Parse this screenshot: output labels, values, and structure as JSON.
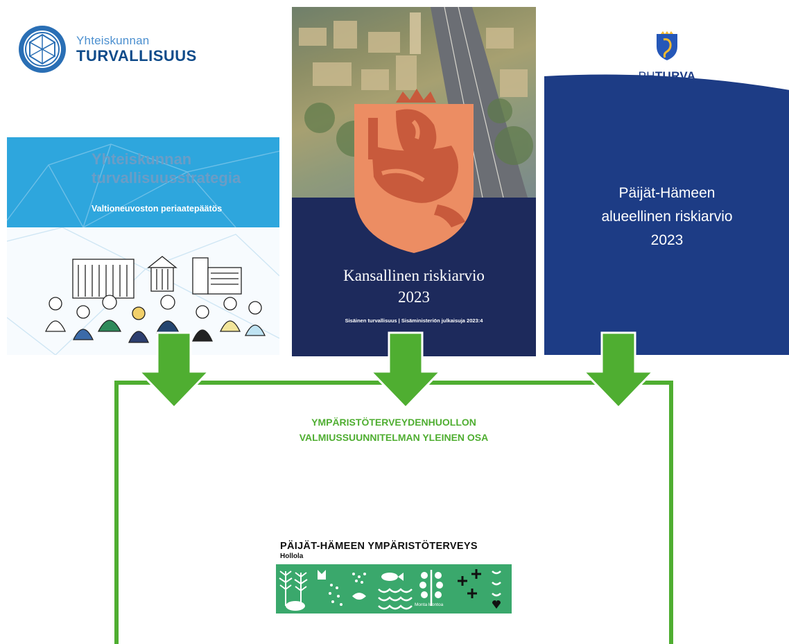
{
  "documents": {
    "strategy": {
      "logo_line1": "Yhteiskunnan",
      "logo_line2": "TURVALLISUUS",
      "title_line1": "Yhteiskunnan",
      "title_line2": "turvallisuusstrategia",
      "subtitle": "Valtioneuvoston periaatepäätös"
    },
    "national": {
      "title_line1": "Kansallinen riskiarvio",
      "title_line2": "2023",
      "footer": "Sisäinen turvallisuus | Sisäministeriön julkaisuja 2023:4"
    },
    "regional": {
      "brand_prefix": "PH",
      "brand_suffix": "TURVA",
      "title_line1": "Päijät-Hämeen",
      "title_line2": "alueellinen riskiarvio",
      "title_line3": "2023"
    }
  },
  "frame": {
    "title_line1": "YMPÄRISTÖTERVEYDENHUOLLON",
    "title_line2": "VALMIUSSUUNNITELMAN YLEINEN OSA"
  },
  "bottom_logo": {
    "line1": "PÄIJÄT-HÄMEEN YMPÄRISTÖTERVEYS",
    "line2": "Hollola",
    "caption": "Monta luontoa"
  },
  "colors": {
    "arrow_green": "#4fae31",
    "strategy_band": "#2ea6dd",
    "national_navy": "#1d2a5c",
    "national_shield": "#ec8d63",
    "regional_navy": "#1d3c85",
    "logo_tile_green": "#3aa86c"
  }
}
